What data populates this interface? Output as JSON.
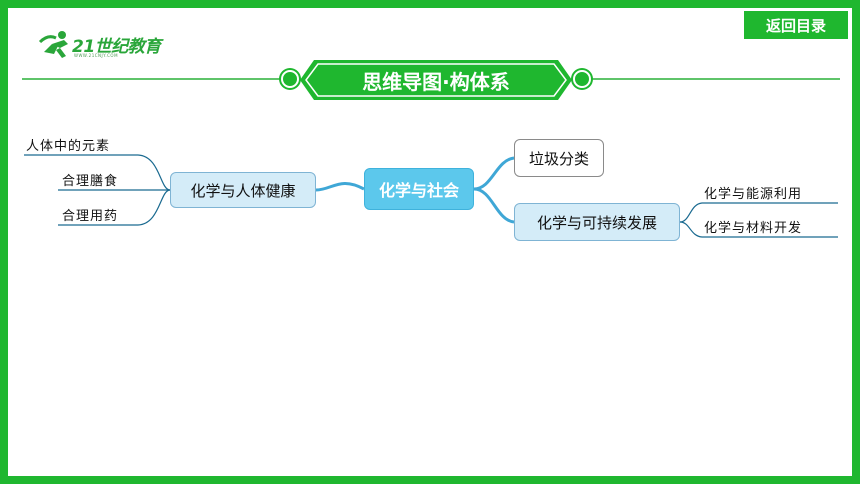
{
  "colors": {
    "frame": "#1fb72f",
    "accent_green": "#1fb72f",
    "center_node": "#5cc8ec",
    "branch_node": "#d4ecf8",
    "branch_line": "#3fa7d6"
  },
  "header": {
    "logo_text": "21世纪教育",
    "logo_subtext": "WWW.21CNJY.COM",
    "back_button_label": "返回目录"
  },
  "title": {
    "text": "思维导图·构体系"
  },
  "mindmap": {
    "center": "化学与社会",
    "left_branch": {
      "label": "化学与人体健康",
      "leaves": [
        "人体中的元素",
        "合理膳食",
        "合理用药"
      ]
    },
    "right_branches": [
      {
        "label": "垃圾分类",
        "leaves": []
      },
      {
        "label": "化学与可持续发展",
        "leaves": [
          "化学与能源利用",
          "化学与材料开发"
        ]
      }
    ]
  }
}
